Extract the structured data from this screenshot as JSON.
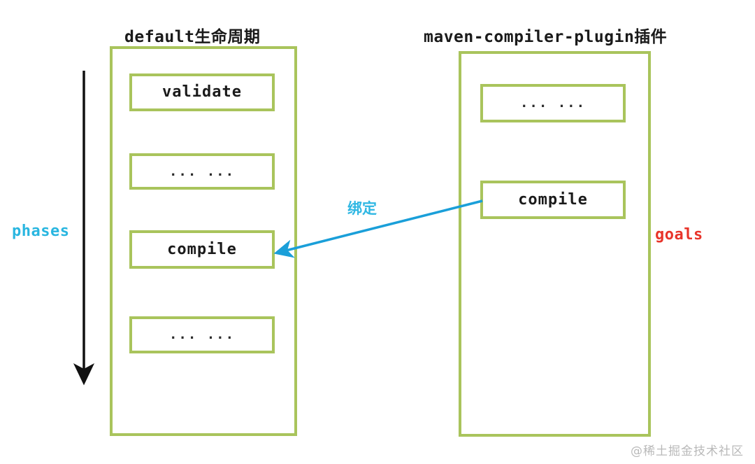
{
  "diagram": {
    "watermark": "@稀土掘金技术社区",
    "colors": {
      "box_border_green": "#a9c45c",
      "arrow_blue": "#1a9fd9",
      "binding_text_cyan": "#2fb7e3",
      "phases_cyan": "#29b6e0",
      "goals_red": "#e8342a",
      "phase_arrow_black": "#111111",
      "background": "#ffffff",
      "watermark_gray": "#b9b9b9"
    },
    "left_column": {
      "title": "default生命周期",
      "side_caption": "phases",
      "items": [
        {
          "label": "validate"
        },
        {
          "label": "... ..."
        },
        {
          "label": "compile"
        },
        {
          "label": "... ..."
        }
      ]
    },
    "right_column": {
      "title": "maven-compiler-plugin插件",
      "side_caption": "goals",
      "items": [
        {
          "label": "... ..."
        },
        {
          "label": "compile"
        }
      ]
    },
    "connector": {
      "label": "绑定",
      "from": "right_column.items.1",
      "to": "left_column.items.2",
      "direction": "right-to-left"
    },
    "order_arrow": {
      "name": "phase-order-arrow",
      "direction": "downward"
    }
  }
}
